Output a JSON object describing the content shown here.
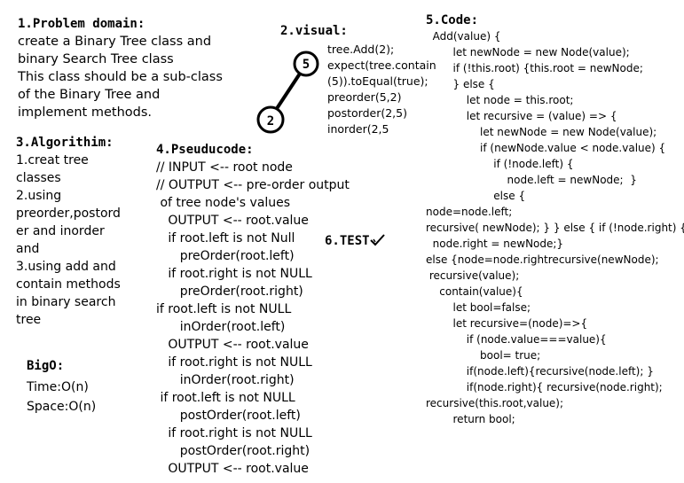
{
  "problem": {
    "heading": "1.Problem domain:",
    "lines": [
      "create a Binary Tree class and",
      "binary Search Tree class",
      "This class should be a sub-class",
      "of the Binary Tree and",
      "implement methods."
    ]
  },
  "algorithm": {
    "heading": "3.Algorithim:",
    "lines": [
      "1.creat tree",
      "classes",
      "2.using",
      "preorder,postord",
      "er and inorder",
      "and",
      "3.using add and",
      "contain methods",
      "in binary search",
      "tree"
    ]
  },
  "bigo": {
    "heading": "BigO:",
    "lines": [
      "Time:O(n)",
      "Space:O(n)"
    ]
  },
  "visual": {
    "heading": "2.visual:",
    "node_top": "5",
    "node_bottom": "2",
    "lines": [
      "tree.Add(2);",
      "expect(tree.contain",
      "(5)).toEqual(true);",
      "preorder(5,2)",
      "postorder(2,5)",
      "inorder(2,5"
    ]
  },
  "pseudo": {
    "heading": "4.Pseuducode:",
    "lines": [
      "// INPUT <-- root node",
      "// OUTPUT <-- pre-order output",
      " of tree node's values",
      "   OUTPUT <-- root.value",
      "   if root.left is not Null",
      "      preOrder(root.left)",
      "   if root.right is not NULL",
      "      preOrder(root.right)",
      "if root.left is not NULL",
      "      inOrder(root.left)",
      "   OUTPUT <-- root.value",
      "   if root.right is not NULL",
      "      inOrder(root.right)",
      " if root.left is not NULL",
      "      postOrder(root.left)",
      "   if root.right is not NULL",
      "      postOrder(root.right)",
      "   OUTPUT <-- root.value"
    ]
  },
  "test": {
    "label": "6.TEST",
    "icon": "check-icon"
  },
  "code": {
    "heading": "5.Code:",
    "lines": [
      "  Add(value) {",
      "        let newNode = new Node(value);",
      "        if (!this.root) {this.root = newNode;",
      "        } else {",
      "            let node = this.root;",
      "            let recursive = (value) => {",
      "                let newNode = new Node(value);",
      "                if (newNode.value < node.value) {",
      "                    if (!node.left) {",
      "                        node.left = newNode;  }",
      "                    else {",
      "node=node.left;",
      "recursive( newNode); } } else { if (!node.right) {",
      "  node.right = newNode;}",
      "else {node=node.rightrecursive(newNode);",
      " recursive(value);",
      "    contain(value){",
      "        let bool=false;",
      "        let recursive=(node)=>{",
      "            if (node.value===value){",
      "                bool= true;",
      "            if(node.left){recursive(node.left); }",
      "            if(node.right){ recursive(node.right);",
      "recursive(this.root,value);",
      "        return bool;"
    ]
  }
}
